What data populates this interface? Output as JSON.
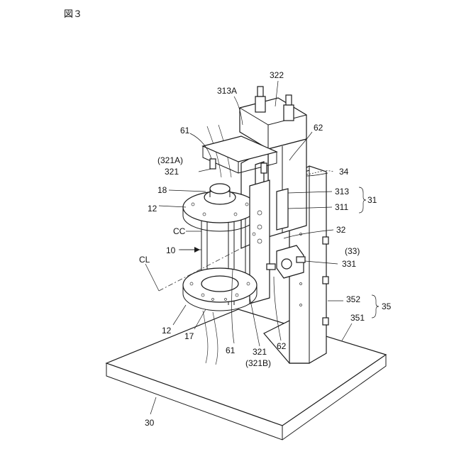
{
  "figure_title": "図３",
  "labels": {
    "l322": "322",
    "l313A": "313A",
    "l62_top": "62",
    "l61_top": "61",
    "l321A": "(321A)",
    "l321_top": "321",
    "l34": "34",
    "l18": "18",
    "l313": "313",
    "l311": "311",
    "l31": "31",
    "l12_top": "12",
    "l32": "32",
    "lCC": "CC",
    "l10": "10",
    "lCL": "CL",
    "l33": "(33)",
    "l331": "331",
    "l352": "352",
    "l35": "35",
    "l351": "351",
    "l12_bottom": "12",
    "l17": "17",
    "l61_bottom": "61",
    "l62_bottom": "62",
    "l321_bottom": "321",
    "l321B": "(321B)",
    "l30": "30"
  }
}
